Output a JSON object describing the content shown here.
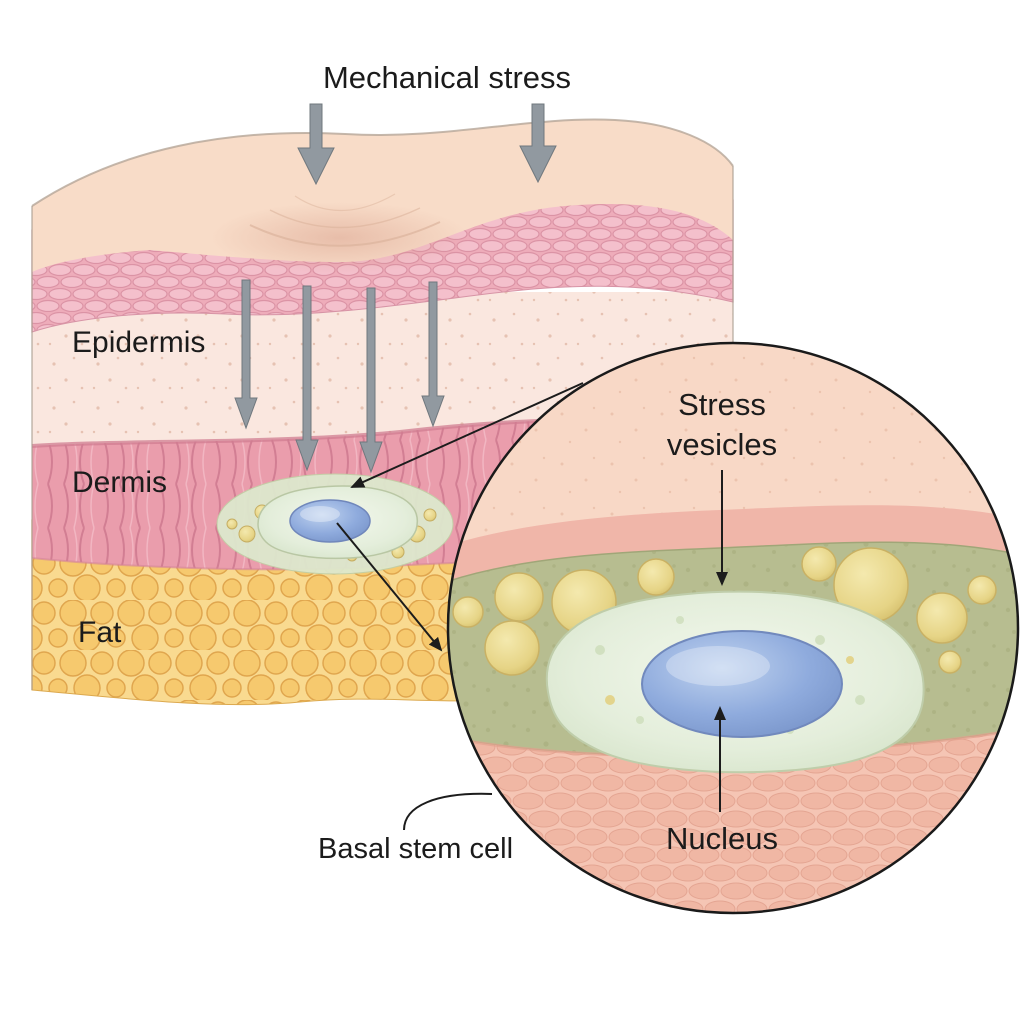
{
  "figure": {
    "title": "Mechanical stress",
    "skin_block": {
      "layers": [
        {
          "label": "Epidermis"
        },
        {
          "label": "Dermis"
        },
        {
          "label": "Fat"
        }
      ],
      "cell_label": "Basal stem cell"
    },
    "inset": {
      "stress_vesicles": [
        "Stress",
        "vesicles"
      ],
      "nucleus": "Nucleus"
    }
  },
  "colors": {
    "background": "#ffffff",
    "skin_surface": "#f8dcc8",
    "stratum_pink": "#eeacba",
    "epidermis_cream": "#fae7df",
    "dermis_pink": "#ea9dac",
    "fat_yellow": "#f6c96e",
    "cell_body_green": "#e7f0de",
    "vesicle_yellow": "#e9d88e",
    "nucleus_blue": "#8aa5d9",
    "inset_matrix_green": "#b7bd90",
    "arrow_gray": "#9199a0",
    "line_black": "#1c1c1c"
  }
}
